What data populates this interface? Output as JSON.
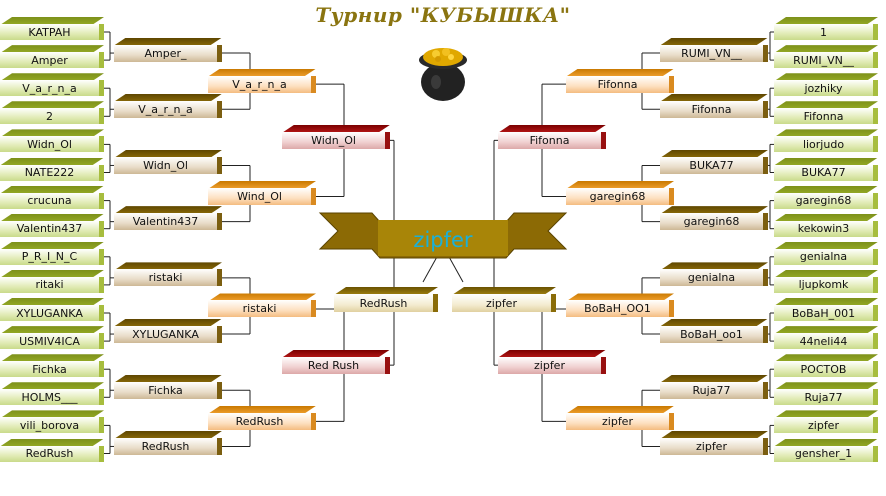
{
  "title": "Турнир \"КУБЫШКА\"",
  "champion": "zipfer",
  "icons": [
    "pot-of-gold-icon"
  ],
  "left": {
    "r1": [
      "KATPAH",
      "Amper",
      "V_a_r_n_a",
      "2",
      "Widn_Ol",
      "NATE222",
      "crucuna",
      "Valentin437",
      "P_R_I_N_C",
      "ritaki",
      "XYLUGANKA",
      "USMIV4ICA",
      "Fichka",
      "HOLMS___",
      "vili_borova",
      "RedRush"
    ],
    "r2": [
      "Amper_",
      "V_a_r_n_a",
      "Widn_Ol",
      "Valentin437",
      "ristaki",
      "XYLUGANKA",
      "Fichka",
      "RedRush"
    ],
    "r3": [
      "V_a_r_n_a",
      "Wind_Ol",
      "ristaki",
      "RedRush"
    ],
    "r4": [
      "Widn_Ol",
      "Red Rush"
    ],
    "semi": "RedRush"
  },
  "right": {
    "r1": [
      "1",
      "RUMI_VN__",
      "jozhiky",
      "Fifonna",
      "liorjudo",
      "BUKA77",
      "garegin68",
      "kekowin3",
      "genialna",
      "ljupkomk",
      "BoBaH_001",
      "44neli44",
      "POCTOB",
      "Ruja77",
      "zipfer",
      "gensher_1"
    ],
    "r2": [
      "RUMI_VN__",
      "Fifonna",
      "BUKA77",
      "garegin68",
      "genialna",
      "BoBaH_oo1",
      "Ruja77",
      "zipfer"
    ],
    "r3": [
      "Fifonna",
      "garegin68",
      "BoBaH_OO1",
      "zipfer"
    ],
    "r4": [
      "Fifonna",
      "zipfer"
    ],
    "semi": "zipfer"
  }
}
